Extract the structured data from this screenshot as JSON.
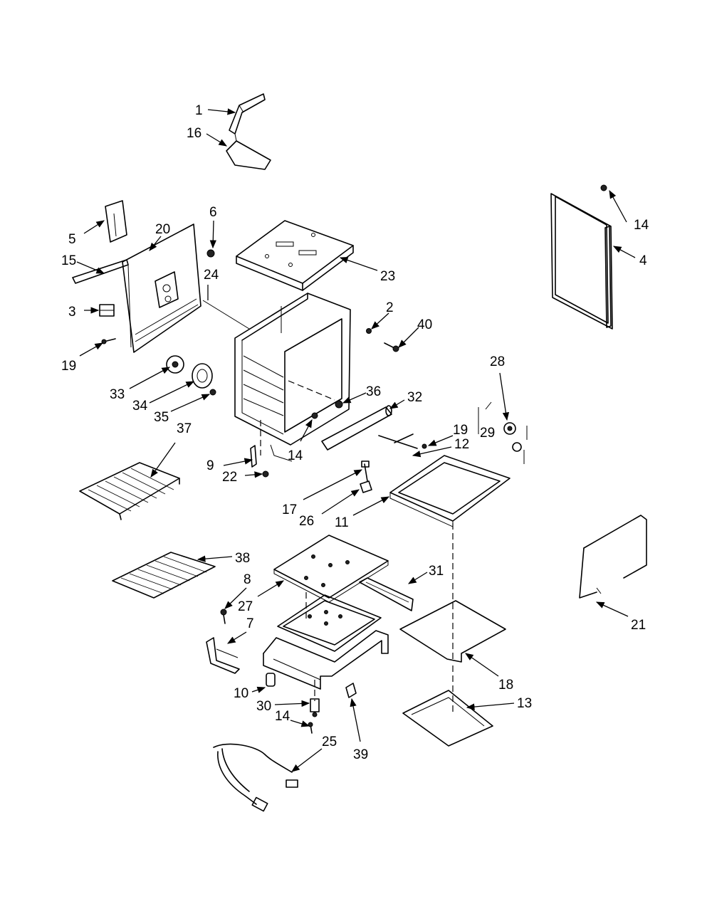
{
  "labels": {
    "l1": "1",
    "l2": "2",
    "l3": "3",
    "l4": "4",
    "l5": "5",
    "l6": "6",
    "l7": "7",
    "l8": "8",
    "l9": "9",
    "l10": "10",
    "l11": "11",
    "l12": "12",
    "l13": "13",
    "l14a": "14",
    "l14b": "14",
    "l14c": "14",
    "l15": "15",
    "l16": "16",
    "l17": "17",
    "l18": "18",
    "l19a": "19",
    "l19b": "19",
    "l20": "20",
    "l21": "21",
    "l22": "22",
    "l23": "23",
    "l24": "24",
    "l25": "25",
    "l26": "26",
    "l27": "27",
    "l28": "28",
    "l29": "29",
    "l30": "30",
    "l31": "31",
    "l32": "32",
    "l33": "33",
    "l34": "34",
    "l35": "35",
    "l36": "36",
    "l37": "37",
    "l38": "38",
    "l39": "39",
    "l40": "40"
  }
}
